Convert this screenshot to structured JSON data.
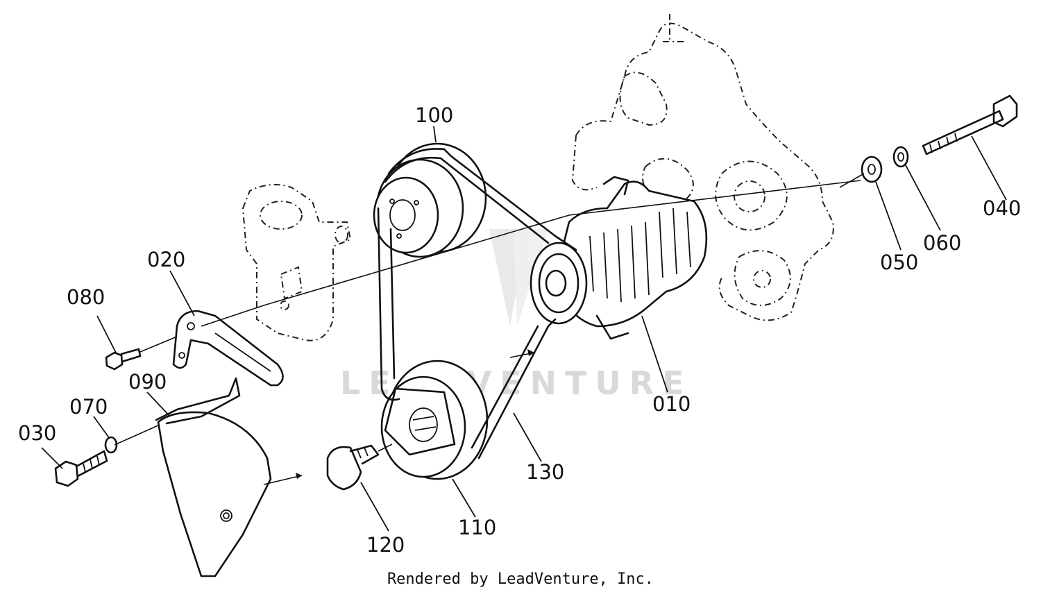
{
  "labels": {
    "p010": "010",
    "p020": "020",
    "p030": "030",
    "p040": "040",
    "p050": "050",
    "p060": "060",
    "p070": "070",
    "p080": "080",
    "p090": "090",
    "p100": "100",
    "p110": "110",
    "p120": "120",
    "p130": "130"
  },
  "watermark": "LEADVENTURE",
  "footer": {
    "credit": "Rendered by LeadVenture, Inc."
  },
  "colors": {
    "line": "#111111",
    "watermark": "#d9d9d9",
    "background": "#ffffff"
  }
}
